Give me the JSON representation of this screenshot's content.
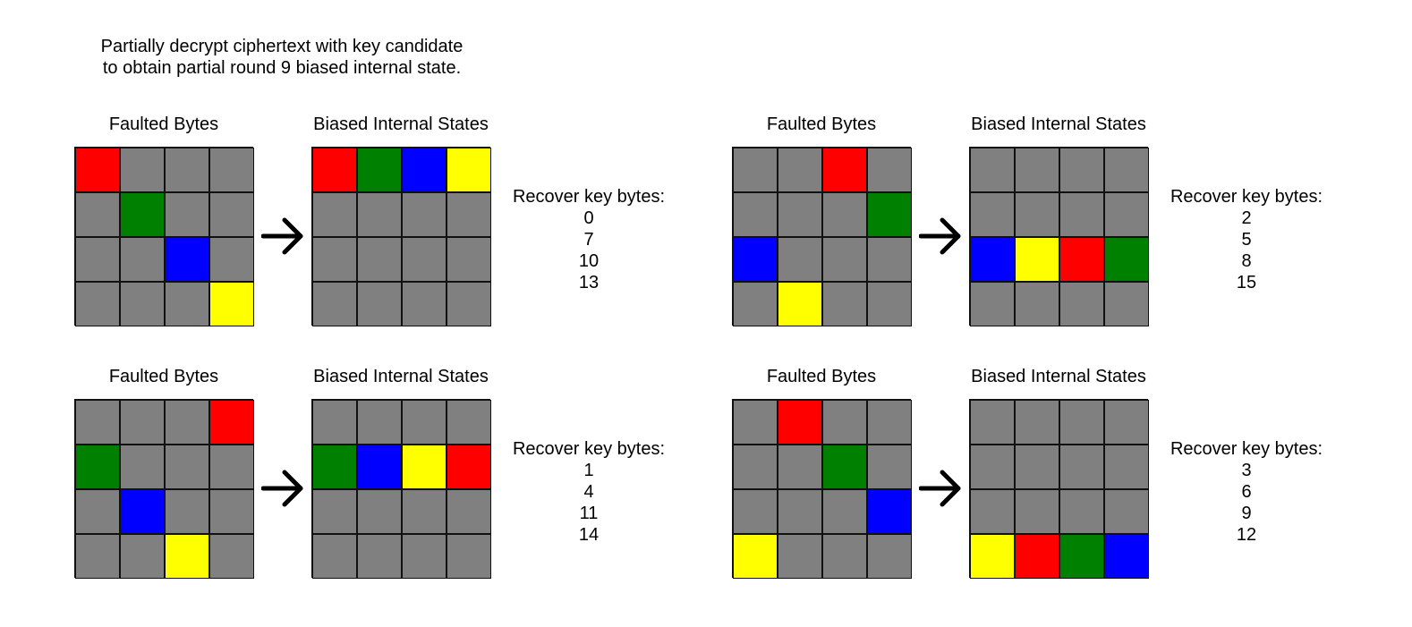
{
  "intro": {
    "line1": "Partially decrypt ciphertext with key candidate",
    "line2": "to obtain partial round 9 biased internal state."
  },
  "colors": {
    "gray": "#808080",
    "red": "#ff0000",
    "green": "#008000",
    "blue": "#0000ff",
    "yellow": "#ffff00"
  },
  "panels": [
    {
      "faulted_title": "Faulted Bytes",
      "biased_title": "Biased Internal States",
      "faulted": [
        [
          "red",
          "gray",
          "gray",
          "gray"
        ],
        [
          "gray",
          "green",
          "gray",
          "gray"
        ],
        [
          "gray",
          "gray",
          "blue",
          "gray"
        ],
        [
          "gray",
          "gray",
          "gray",
          "yellow"
        ]
      ],
      "biased": [
        [
          "red",
          "green",
          "blue",
          "yellow"
        ],
        [
          "gray",
          "gray",
          "gray",
          "gray"
        ],
        [
          "gray",
          "gray",
          "gray",
          "gray"
        ],
        [
          "gray",
          "gray",
          "gray",
          "gray"
        ]
      ],
      "recover_label": "Recover key bytes:",
      "key_bytes": [
        "0",
        "7",
        "10",
        "13"
      ]
    },
    {
      "faulted_title": "Faulted Bytes",
      "biased_title": "Biased Internal States",
      "faulted": [
        [
          "gray",
          "gray",
          "red",
          "gray"
        ],
        [
          "gray",
          "gray",
          "gray",
          "green"
        ],
        [
          "blue",
          "gray",
          "gray",
          "gray"
        ],
        [
          "gray",
          "yellow",
          "gray",
          "gray"
        ]
      ],
      "biased": [
        [
          "gray",
          "gray",
          "gray",
          "gray"
        ],
        [
          "gray",
          "gray",
          "gray",
          "gray"
        ],
        [
          "blue",
          "yellow",
          "red",
          "green"
        ],
        [
          "gray",
          "gray",
          "gray",
          "gray"
        ]
      ],
      "recover_label": "Recover key bytes:",
      "key_bytes": [
        "2",
        "5",
        "8",
        "15"
      ]
    },
    {
      "faulted_title": "Faulted Bytes",
      "biased_title": "Biased Internal States",
      "faulted": [
        [
          "gray",
          "gray",
          "gray",
          "red"
        ],
        [
          "green",
          "gray",
          "gray",
          "gray"
        ],
        [
          "gray",
          "blue",
          "gray",
          "gray"
        ],
        [
          "gray",
          "gray",
          "yellow",
          "gray"
        ]
      ],
      "biased": [
        [
          "gray",
          "gray",
          "gray",
          "gray"
        ],
        [
          "green",
          "blue",
          "yellow",
          "red"
        ],
        [
          "gray",
          "gray",
          "gray",
          "gray"
        ],
        [
          "gray",
          "gray",
          "gray",
          "gray"
        ]
      ],
      "recover_label": "Recover key bytes:",
      "key_bytes": [
        "1",
        "4",
        "11",
        "14"
      ]
    },
    {
      "faulted_title": "Faulted Bytes",
      "biased_title": "Biased Internal States",
      "faulted": [
        [
          "gray",
          "red",
          "gray",
          "gray"
        ],
        [
          "gray",
          "gray",
          "green",
          "gray"
        ],
        [
          "gray",
          "gray",
          "gray",
          "blue"
        ],
        [
          "yellow",
          "gray",
          "gray",
          "gray"
        ]
      ],
      "biased": [
        [
          "gray",
          "gray",
          "gray",
          "gray"
        ],
        [
          "gray",
          "gray",
          "gray",
          "gray"
        ],
        [
          "gray",
          "gray",
          "gray",
          "gray"
        ],
        [
          "yellow",
          "red",
          "green",
          "blue"
        ]
      ],
      "recover_label": "Recover key bytes:",
      "key_bytes": [
        "3",
        "6",
        "9",
        "12"
      ]
    }
  ]
}
